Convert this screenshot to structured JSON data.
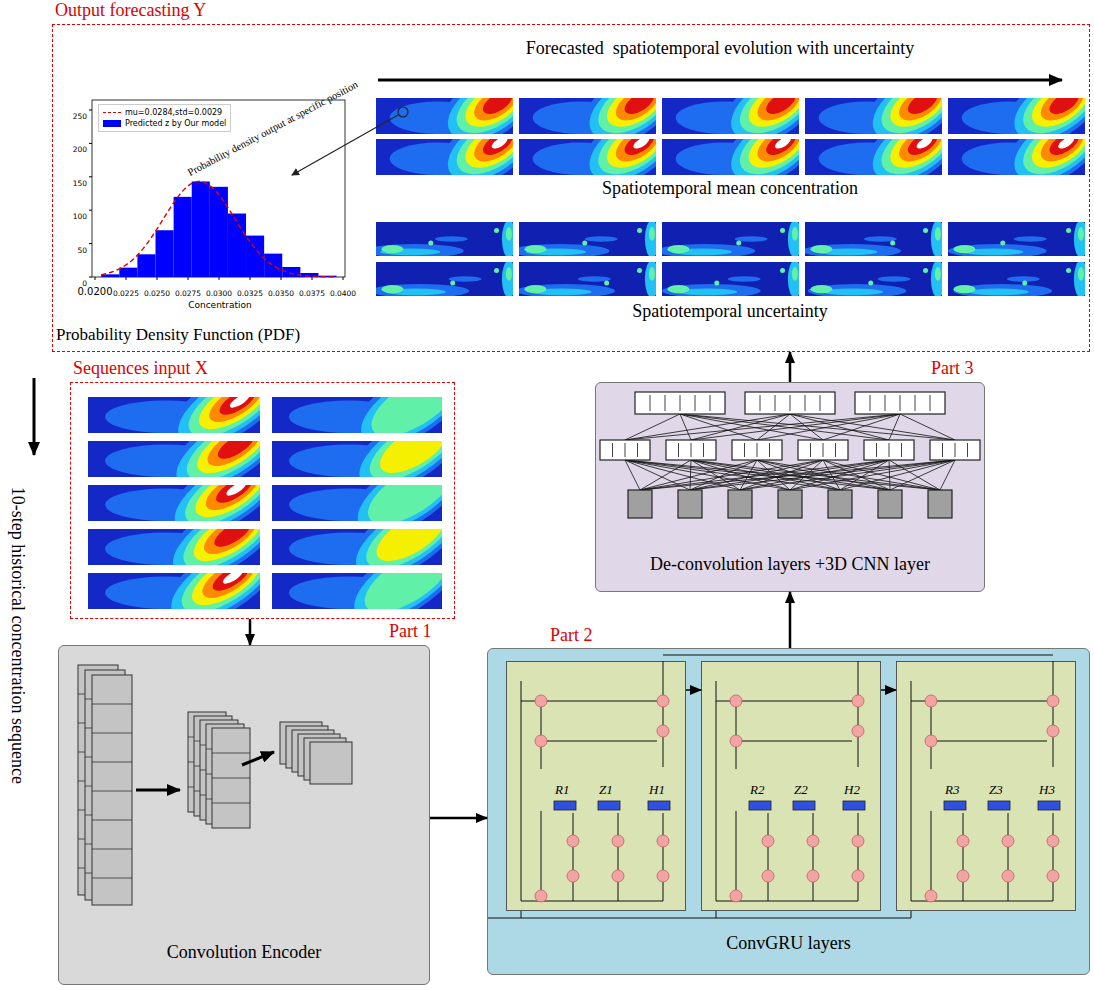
{
  "diagram": {
    "nodes": [
      {
        "text": [
          "Output forecasting Y"
        ]
      },
      {
        "text": [
          "Sequences input X"
        ]
      },
      {
        "text": [
          "Part 1",
          "Convolution Encoder"
        ]
      },
      {
        "text": [
          "Part 2",
          "ConvGRU layers"
        ]
      },
      {
        "text": [
          "Part 3",
          "De-convolution layers +3D CNN layer"
        ]
      },
      {
        "text": [
          "R1",
          "Z1",
          "H1"
        ],
        "in": 3
      },
      {
        "text": [
          "R2",
          "Z2",
          "H2"
        ],
        "in": 3
      },
      {
        "text": [
          "R3",
          "Z3",
          "H3"
        ],
        "in": 3
      }
    ],
    "edges": [
      {
        "from": 1,
        "to": 2,
        "arrow": "to"
      },
      {
        "from": 2,
        "to": 3,
        "arrow": "to"
      },
      {
        "from": 3,
        "to": 4,
        "arrow": "to"
      },
      {
        "from": 4,
        "to": 0,
        "arrow": "to"
      },
      {
        "from": 5,
        "to": 6,
        "arrow": "to"
      },
      {
        "from": 6,
        "to": 7,
        "arrow": "to"
      }
    ],
    "labels": [
      "Forecasted  spatiotemporal evolution with uncertainty",
      "Spatiotemporal mean concentration",
      "Spatiotemporal uncertainty",
      "Probability Density Function (PDF)",
      "Probability density output at specific position",
      "Concentration",
      "0.0200",
      "0.0225",
      "0.0250",
      "0.0275",
      "0.0300",
      "0.0325",
      "0.0350",
      "0.0375",
      "0.0400",
      "0",
      "50",
      "100",
      "150",
      "200",
      "250",
      "10-step historical concentration sequence"
    ],
    "legend": [
      {
        "text": "mu=0.0284,std=0.0029"
      },
      {
        "text": "Predicted z by Our model",
        "color": "#0000ff"
      }
    ]
  }
}
